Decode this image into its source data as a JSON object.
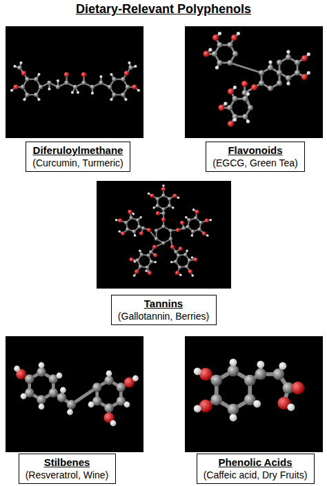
{
  "diagram": {
    "title": "Dietary-Relevant Polyphenols",
    "nodes": [
      {
        "text": [
          "Diferuloylmethane",
          "(Curcumin, Turmeric)"
        ]
      },
      {
        "text": [
          "Flavonoids",
          "(EGCG, Green Tea)"
        ]
      },
      {
        "text": [
          "Tannins",
          "(Gallotannin, Berries)"
        ]
      },
      {
        "text": [
          "Stilbenes",
          "(Resveratrol, Wine)"
        ]
      },
      {
        "text": [
          "Phenolic Acids",
          "(Caffeic acid, Dry Fruits)"
        ]
      }
    ]
  }
}
